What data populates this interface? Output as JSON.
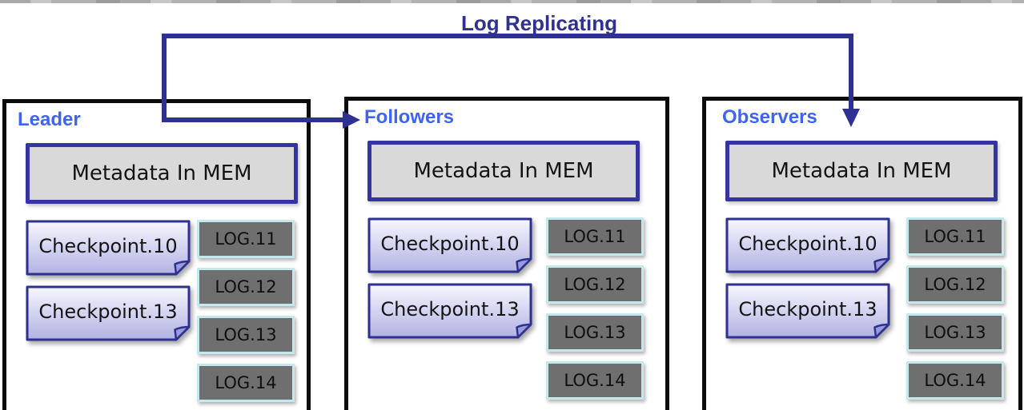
{
  "diagram": {
    "title": "Log Replicating",
    "colors": {
      "arrow": "#2e3192",
      "node_label_blue": "#3d64f2",
      "node_border": "#0b0b0b",
      "metadata_fill": "#d9d9d9",
      "metadata_border": "#3634a3",
      "checkpoint_border": "#2e3192",
      "checkpoint_fill_top": "#f7f7fe",
      "checkpoint_fill_bottom": "#b2b2e2",
      "log_fill": "#6f6f6f",
      "log_border": "#c4e8eb"
    },
    "nodes": [
      {
        "label": "Leader",
        "metadata": "Metadata In MEM",
        "checkpoints": [
          "Checkpoint.10",
          "Checkpoint.13"
        ],
        "logs": [
          "LOG.11",
          "LOG.12",
          "LOG.13",
          "LOG.14"
        ]
      },
      {
        "label": "Followers",
        "metadata": "Metadata In MEM",
        "checkpoints": [
          "Checkpoint.10",
          "Checkpoint.13"
        ],
        "logs": [
          "LOG.11",
          "LOG.12",
          "LOG.13",
          "LOG.14"
        ]
      },
      {
        "label": "Observers",
        "metadata": "Metadata In MEM",
        "checkpoints": [
          "Checkpoint.10",
          "Checkpoint.13"
        ],
        "logs": [
          "LOG.11",
          "LOG.12",
          "LOG.13",
          "LOG.14"
        ]
      }
    ]
  }
}
